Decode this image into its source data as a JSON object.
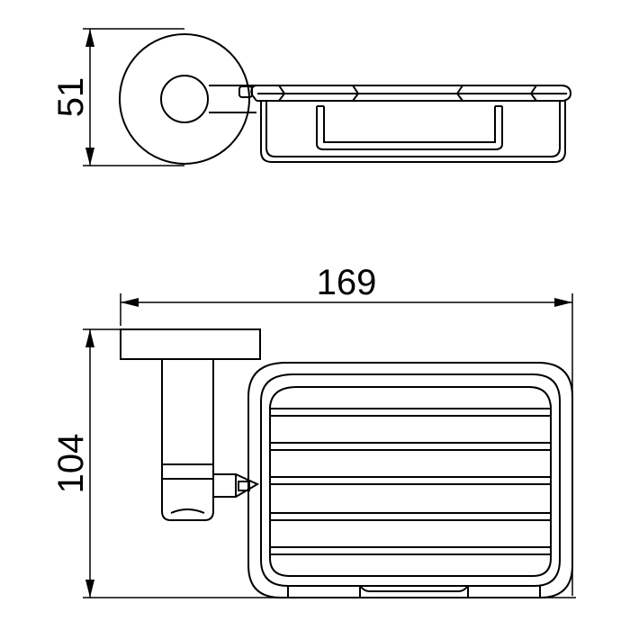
{
  "dimensions": {
    "depth": "51",
    "width": "169",
    "height": "104"
  },
  "colors": {
    "stroke": "#000000",
    "background": "#ffffff"
  }
}
